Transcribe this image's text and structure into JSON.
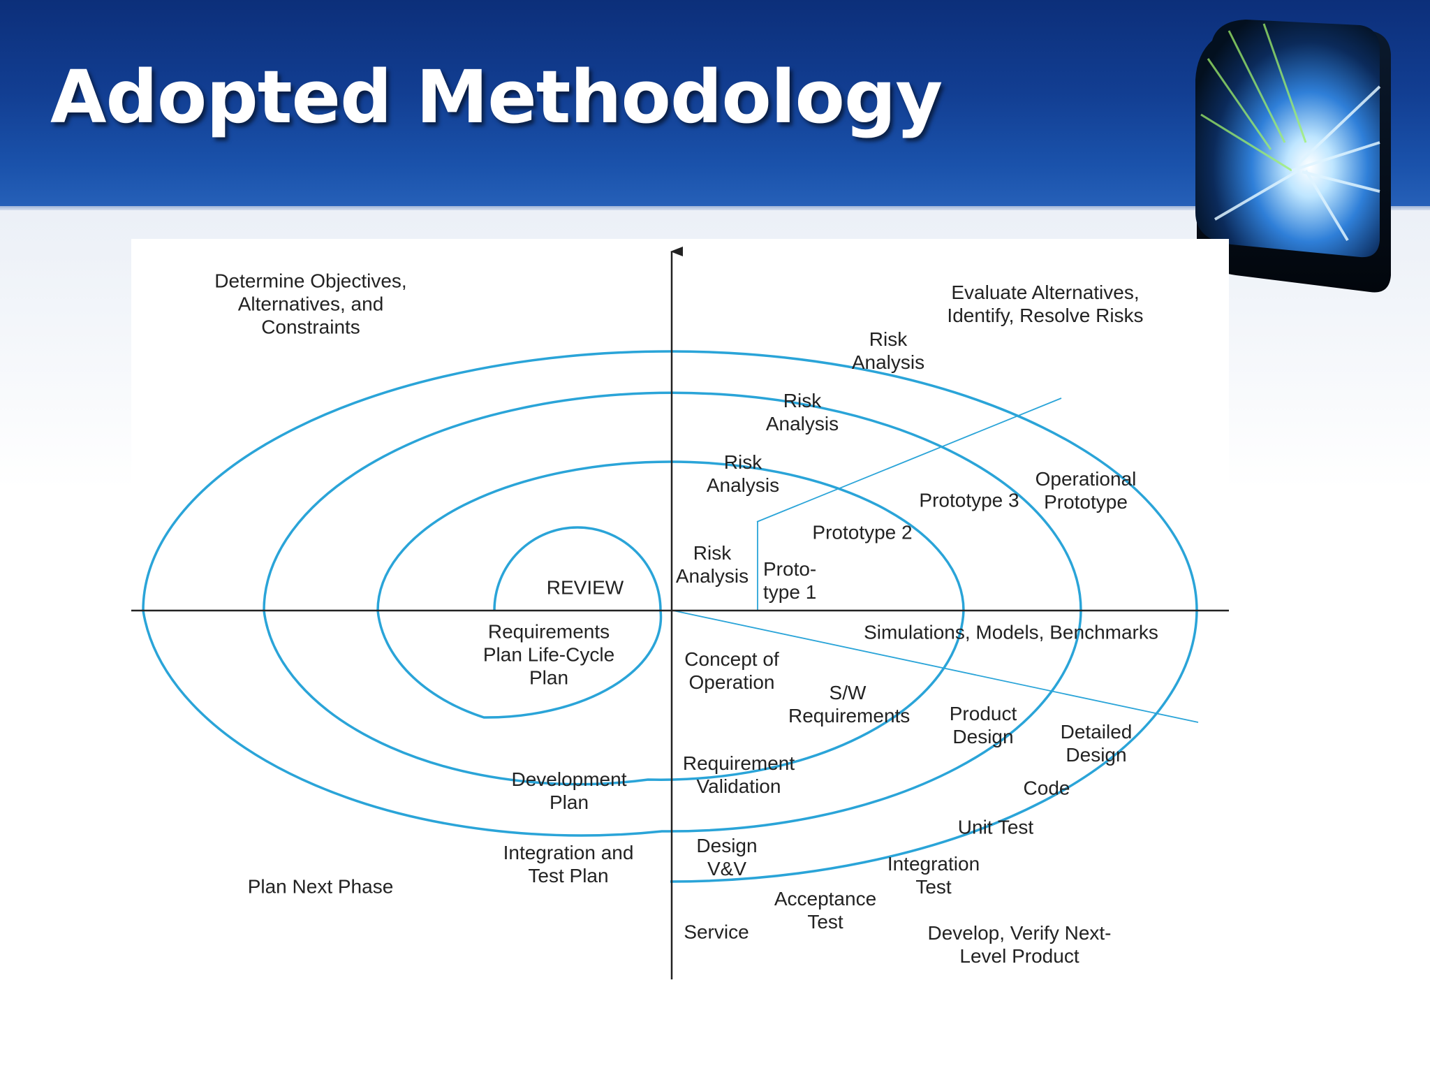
{
  "slide": {
    "title": "Adopted Methodology",
    "colors": {
      "banner": "#123e92",
      "spiral": "#2aa4d8",
      "axis": "#222222",
      "text": "#222222",
      "title": "#ffffff"
    },
    "decoration_icon": "light-burst-cube-icon"
  },
  "quadrants": {
    "top_left": "Determine Objectives, Alternatives, and Constraints",
    "top_right": "Evaluate Alternatives, Identify, Resolve Risks",
    "bottom_left": "Plan Next Phase",
    "bottom_right": "Develop, Verify Next-Level Product"
  },
  "labels": {
    "risk_analysis_1": "Risk Analysis",
    "risk_analysis_2": "Risk Analysis",
    "risk_analysis_3": "Risk Analysis",
    "risk_analysis_4": "Risk Analysis",
    "prototype_1": "Proto- type 1",
    "prototype_2": "Prototype 2",
    "prototype_3": "Prototype 3",
    "operational_prototype": "Operational Prototype",
    "review": "REVIEW",
    "simulations": "Simulations, Models, Benchmarks",
    "requirements_plan": "Requirements Plan Life-Cycle Plan",
    "concept_of_operation": "Concept of Operation",
    "sw_requirements": "S/W Requirements",
    "product_design": "Product Design",
    "detailed_design": "Detailed Design",
    "code": "Code",
    "unit_test": "Unit Test",
    "integration_test": "Integration Test",
    "acceptance_test": "Acceptance Test",
    "service": "Service",
    "design_vv": "Design V&V",
    "requirement_validation": "Requirement Validation",
    "development_plan": "Development Plan",
    "integration_test_plan": "Integration and Test Plan"
  }
}
